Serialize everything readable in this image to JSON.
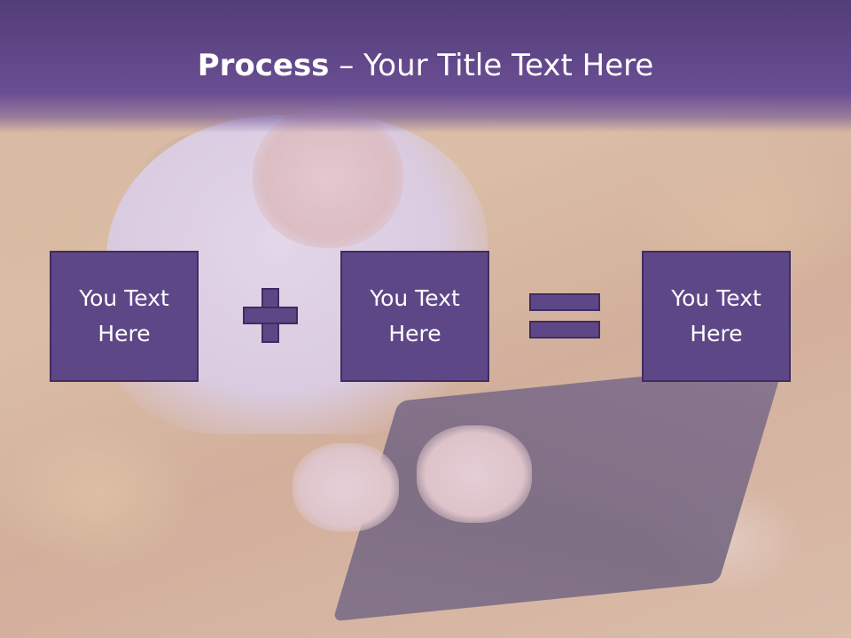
{
  "slide": {
    "title_bold": "Process",
    "title_rest": " – Your Title Text Here",
    "boxes": [
      {
        "text": "You Text\nHere"
      },
      {
        "text": "You Text\nHere"
      },
      {
        "text": "You Text\nHere"
      }
    ],
    "operators": [
      "plus",
      "equals"
    ]
  },
  "colors": {
    "title_bar": "#6a4e93",
    "box_fill": "#5e4787",
    "box_border": "#3f2c62",
    "text": "#ffffff"
  }
}
